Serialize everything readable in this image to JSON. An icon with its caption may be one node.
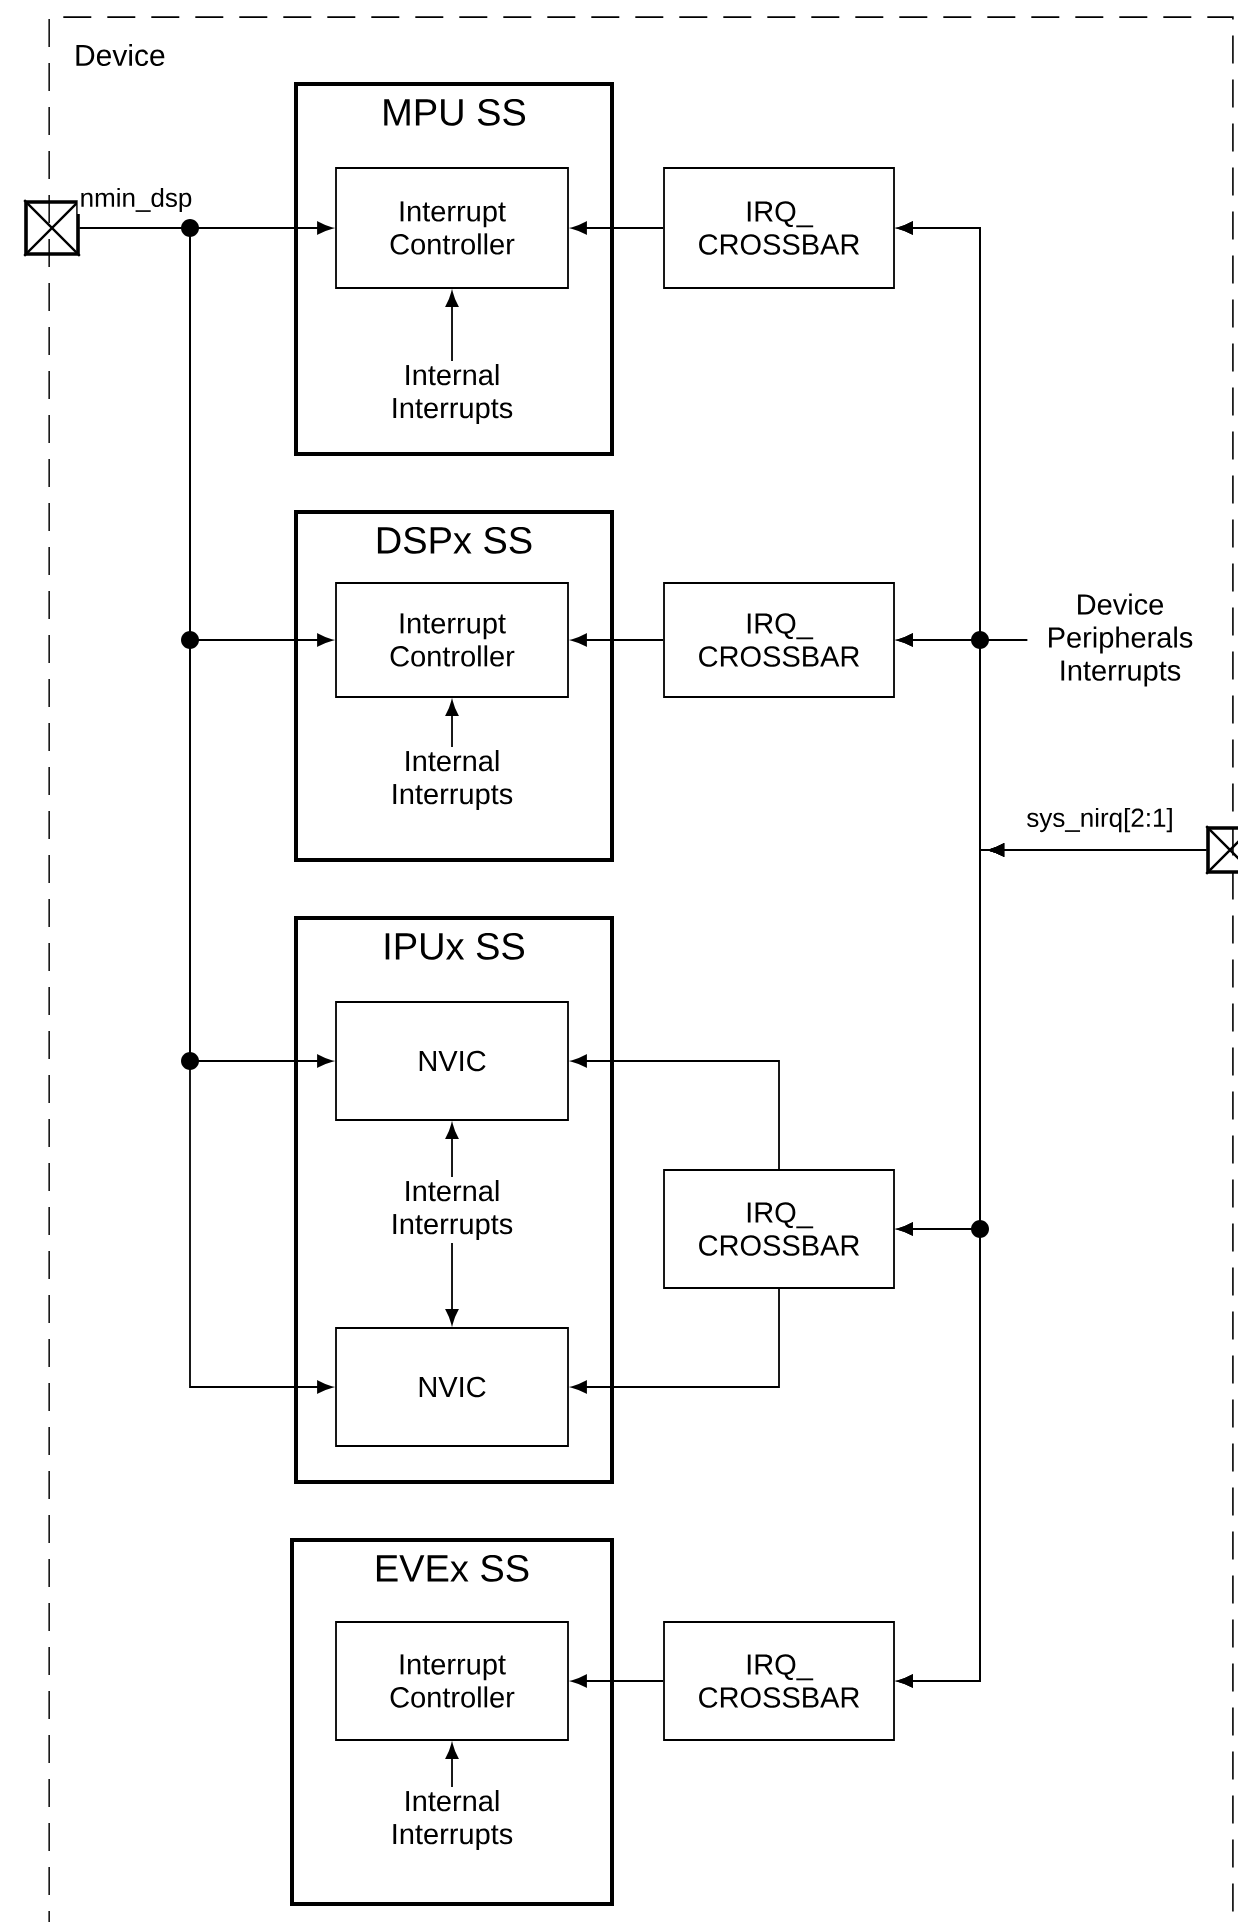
{
  "diagram": {
    "nodes": [
      {
        "text": [
          "Device"
        ]
      },
      {
        "text": [],
        "shape": "box"
      },
      {
        "text": [
          "MPU SS"
        ],
        "in": 0
      },
      {
        "text": [
          "Interrupt Controller"
        ],
        "in": 2
      },
      {
        "text": [
          "Internal Interrupts"
        ],
        "in": 2
      },
      {
        "text": [
          "IRQ_ CROSSBAR"
        ],
        "in": 0
      },
      {
        "text": [
          "DSPx SS"
        ],
        "in": 0
      },
      {
        "text": [
          "Interrupt Controller"
        ],
        "in": 6
      },
      {
        "text": [
          "Internal Interrupts"
        ],
        "in": 6
      },
      {
        "text": [
          "IRQ_ CROSSBAR"
        ],
        "in": 0
      },
      {
        "text": [
          "Device Peripherals Interrupts"
        ],
        "in": 0
      },
      {
        "text": [],
        "shape": "box"
      },
      {
        "text": [
          "IPUx SS"
        ],
        "in": 0
      },
      {
        "text": [
          "NVIC"
        ],
        "in": 12
      },
      {
        "text": [
          "Internal Interrupts"
        ],
        "in": 12
      },
      {
        "text": [
          "NVIC"
        ],
        "in": 12
      },
      {
        "text": [
          "IRQ_ CROSSBAR"
        ],
        "in": 0
      },
      {
        "text": [
          "EVEx SS"
        ],
        "in": 0
      },
      {
        "text": [
          "Interrupt Controller"
        ],
        "in": 17
      },
      {
        "text": [
          "Internal Interrupts"
        ],
        "in": 17
      },
      {
        "text": [
          "IRQ_ CROSSBAR"
        ],
        "in": 0
      }
    ],
    "edges": [
      {
        "from": 1,
        "to": 3,
        "arrow": "to",
        "label": "nmin_dsp"
      },
      {
        "from": 1,
        "to": 7,
        "arrow": "to"
      },
      {
        "from": 1,
        "to": 13,
        "arrow": "to"
      },
      {
        "from": 1,
        "to": 15,
        "arrow": "to"
      },
      {
        "from": 4,
        "to": 3,
        "arrow": "to"
      },
      {
        "from": 5,
        "to": 3,
        "arrow": "to"
      },
      {
        "from": 8,
        "to": 7,
        "arrow": "to"
      },
      {
        "from": 9,
        "to": 7,
        "arrow": "to"
      },
      {
        "from": 14,
        "to": 13,
        "arrow": "to"
      },
      {
        "from": 14,
        "to": 15,
        "arrow": "to"
      },
      {
        "from": 16,
        "to": 13,
        "arrow": "to"
      },
      {
        "from": 16,
        "to": 15,
        "arrow": "to"
      },
      {
        "from": 19,
        "to": 18,
        "arrow": "to"
      },
      {
        "from": 20,
        "to": 18,
        "arrow": "to"
      },
      {
        "from": 10,
        "to": 5,
        "arrow": "to"
      },
      {
        "from": 10,
        "to": 9,
        "arrow": "to"
      },
      {
        "from": 10,
        "to": 16,
        "arrow": "to"
      },
      {
        "from": 10,
        "to": 20,
        "arrow": "to"
      },
      {
        "from": 11,
        "to": 5,
        "arrow": "to",
        "label": "sys_nirq[2:1]"
      },
      {
        "from": 11,
        "to": 9,
        "arrow": "to"
      },
      {
        "from": 11,
        "to": 16,
        "arrow": "to"
      },
      {
        "from": 11,
        "to": 20,
        "arrow": "to"
      }
    ]
  }
}
